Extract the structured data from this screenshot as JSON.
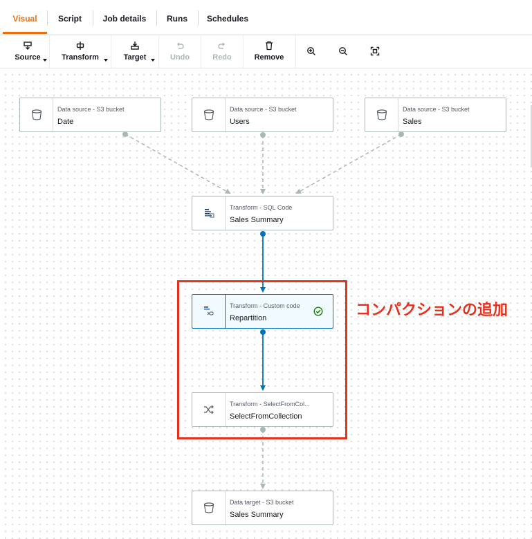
{
  "tabs": [
    {
      "label": "Visual",
      "active": true
    },
    {
      "label": "Script"
    },
    {
      "label": "Job details"
    },
    {
      "label": "Runs"
    },
    {
      "label": "Schedules"
    }
  ],
  "toolbar": {
    "source": "Source",
    "transform": "Transform",
    "target": "Target",
    "undo": "Undo",
    "redo": "Redo",
    "remove": "Remove"
  },
  "nodes": {
    "date": {
      "type": "Data source - S3 bucket",
      "name": "Date"
    },
    "users": {
      "type": "Data source - S3 bucket",
      "name": "Users"
    },
    "sales": {
      "type": "Data source - S3 bucket",
      "name": "Sales"
    },
    "sql": {
      "type": "Transform - SQL Code",
      "name": "Sales Summary"
    },
    "repartition": {
      "type": "Transform - Custom code",
      "name": "Repartition"
    },
    "select": {
      "type": "Transform - SelectFromCol...",
      "name": "SelectFromCollection"
    },
    "target": {
      "type": "Data target - S3 bucket",
      "name": "Sales Summary"
    }
  },
  "annotation": "コンパクションの追加",
  "colors": {
    "accent": "#ec7211",
    "edge_active": "#0073bb",
    "edge_inactive": "#aab7b8",
    "highlight": "#e8311c",
    "success": "#1d8102"
  }
}
